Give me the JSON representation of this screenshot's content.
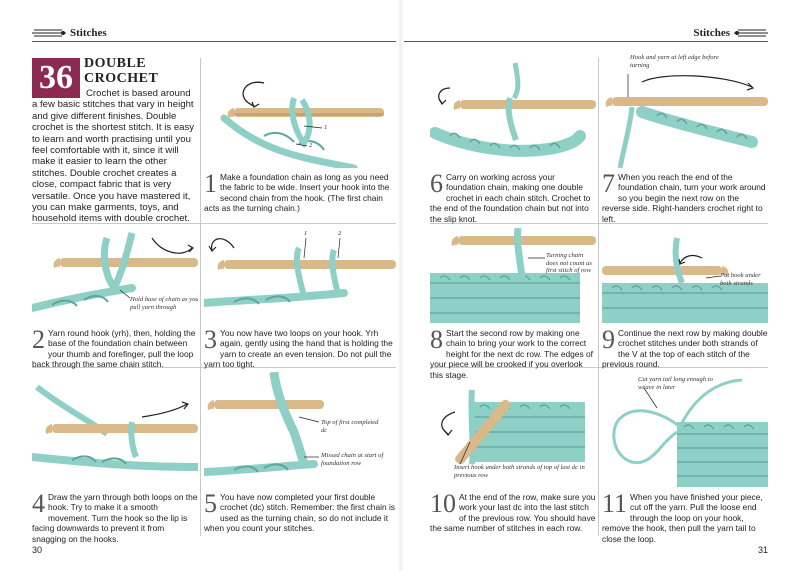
{
  "header": {
    "left_label": "Stitches",
    "right_label": "Stitches",
    "accent": "#8b2b52",
    "rule_color": "#8b3a5c"
  },
  "intro": {
    "number": "36",
    "title_line1": "DOUBLE",
    "title_line2": "CROCHET",
    "body": "Crochet is based around a few basic stitches that vary in height and give different finishes. Double crochet is the shortest stitch. It is easy to learn and worth practising until you feel comfortable with it, since it will make it easier to learn the other stitches. Double crochet creates a close, compact fabric that is very versatile. Once you have mastered it, you can make garments, toys, and household items with double crochet."
  },
  "steps": [
    {
      "num": "1",
      "text": "Make a foundation chain as long as you need the fabric to be wide. Insert your hook into the second chain from the hook. (The first chain acts as the turning chain.)",
      "labels": [
        "1",
        "2"
      ]
    },
    {
      "num": "2",
      "text": "Yarn round hook (yrh), then, holding the base of the foundation chain between your thumb and forefinger, pull the loop back through the same chain stitch.",
      "labels": [
        "Hold base of chain as you pull yarn through"
      ]
    },
    {
      "num": "3",
      "text": "You now have two loops on your hook. Yrh again, gently using the hand that is holding the yarn to create an even tension. Do not pull the yarn too tight.",
      "labels": [
        "1",
        "2"
      ]
    },
    {
      "num": "4",
      "text": "Draw the yarn through both loops on the hook. Try to make it a smooth movement. Turn the hook so the lip is facing downwards to prevent it from snagging on the hooks.",
      "labels": []
    },
    {
      "num": "5",
      "text": "You have now completed your first double crochet (dc) stitch. Remember: the first chain is used as the turning chain, so do not include it when you count your stitches.",
      "labels": [
        "Top of first completed dc",
        "Missed chain at start of foundation row"
      ]
    },
    {
      "num": "6",
      "text": "Carry on working across your foundation chain, making one double crochet in each chain stitch. Crochet to the end of the foundation chain but not into the slip knot.",
      "labels": []
    },
    {
      "num": "7",
      "text": "When you reach the end of the foundation chain, turn your work around so you begin the next row on the reverse side. Right-handers crochet right to left.",
      "labels": [
        "Hook and yarn at left edge before turning"
      ]
    },
    {
      "num": "8",
      "text": "Start the second row by making one chain to bring your work to the correct height for the next dc row. The edges of your piece will be crooked if you overlook this stage.",
      "labels": [
        "Turning chain does not count as first stitch of row"
      ]
    },
    {
      "num": "9",
      "text": "Continue the next row by making double crochet stitches under both strands of the V at the top of each stitch of the previous round.",
      "labels": [
        "Put hook under both strands"
      ]
    },
    {
      "num": "10",
      "text": "At the end of the row, make sure you work your last dc into the last stitch of the previous row. You should have the same number of stitches in each row.",
      "labels": [
        "Insert hook under both strands of top of last dc in previous row"
      ]
    },
    {
      "num": "11",
      "text": "When you have finished your piece, cut off the yarn. Pull the loose end through the loop on your hook, remove the hook, then pull the yarn tail to close the loop.",
      "labels": [
        "Cut yarn tail long enough to weave in later"
      ]
    }
  ],
  "colors": {
    "yarn": "#8ecfc6",
    "yarn_dark": "#5fa59b",
    "hook": "#d9b88a",
    "hook_dark": "#b58e5c"
  },
  "folio": {
    "left": "30",
    "right": "31"
  }
}
